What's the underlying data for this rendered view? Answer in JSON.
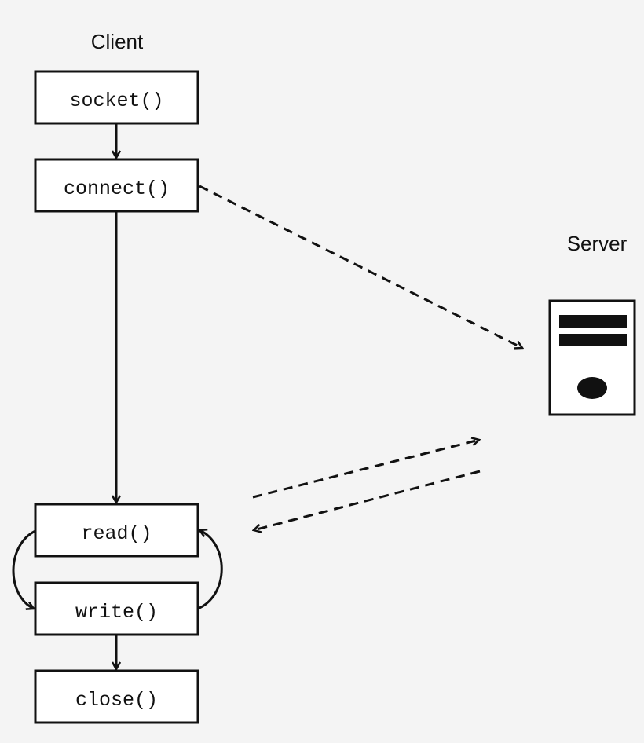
{
  "client": {
    "title": "Client",
    "calls": [
      {
        "label": "socket()"
      },
      {
        "label": "connect()"
      },
      {
        "label": "read()"
      },
      {
        "label": "write()"
      },
      {
        "label": "close()"
      }
    ]
  },
  "server": {
    "title": "Server",
    "icon": "server-icon"
  },
  "colors": {
    "background": "#f4f4f4",
    "box_fill": "#ffffff",
    "stroke": "#111111"
  }
}
